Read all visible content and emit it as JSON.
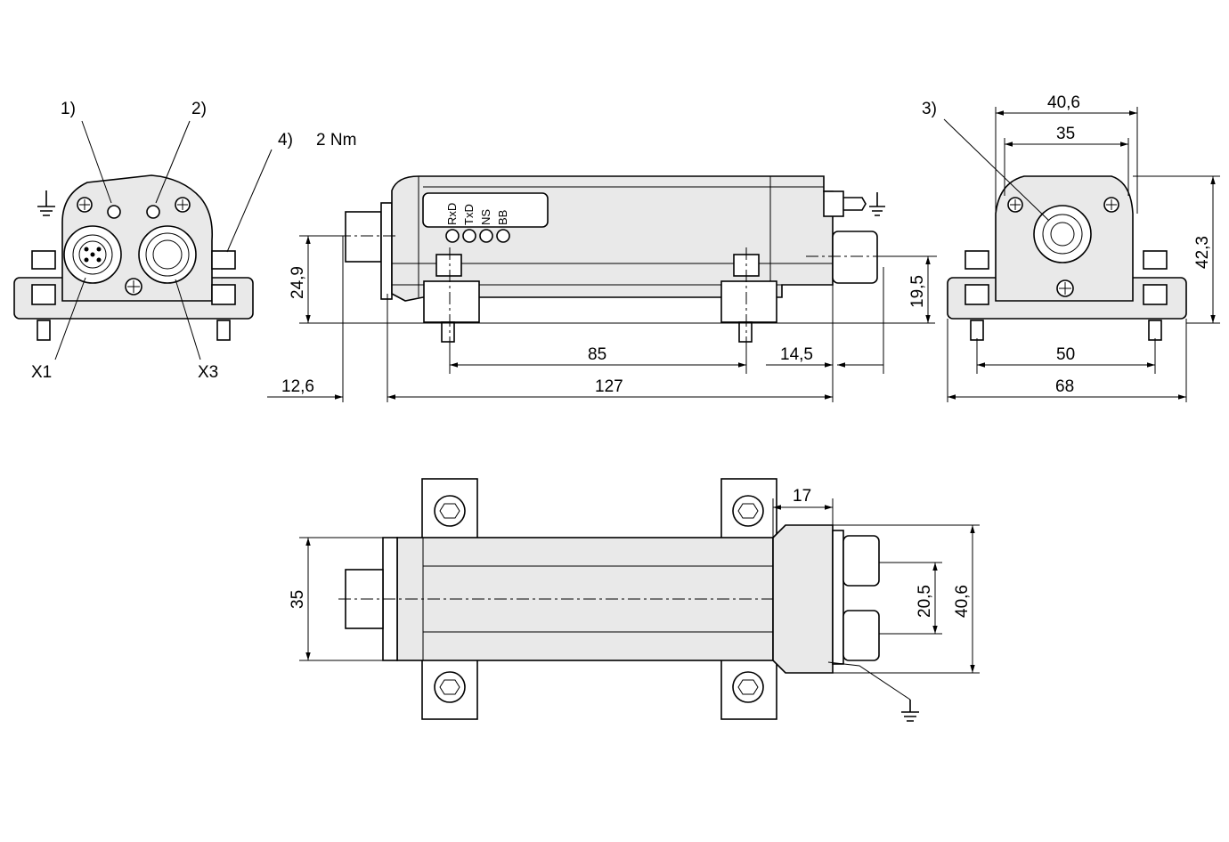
{
  "callouts": {
    "c1": "1)",
    "c2": "2)",
    "c3": "3)",
    "c4": "4)",
    "torque": "2 Nm",
    "x1": "X1",
    "x3": "X3"
  },
  "leds": [
    "RxD",
    "TxD",
    "NS",
    "BB"
  ],
  "dims": {
    "d24_9": "24,9",
    "d12_6": "12,6",
    "d85": "85",
    "d127": "127",
    "d14_5": "14,5",
    "d19_5": "19,5",
    "d40_6_top": "40,6",
    "d35_top": "35",
    "d42_3": "42,3",
    "d50": "50",
    "d68": "68",
    "d17": "17",
    "d35_side": "35",
    "d20_5": "20,5",
    "d40_6_side": "40,6"
  }
}
